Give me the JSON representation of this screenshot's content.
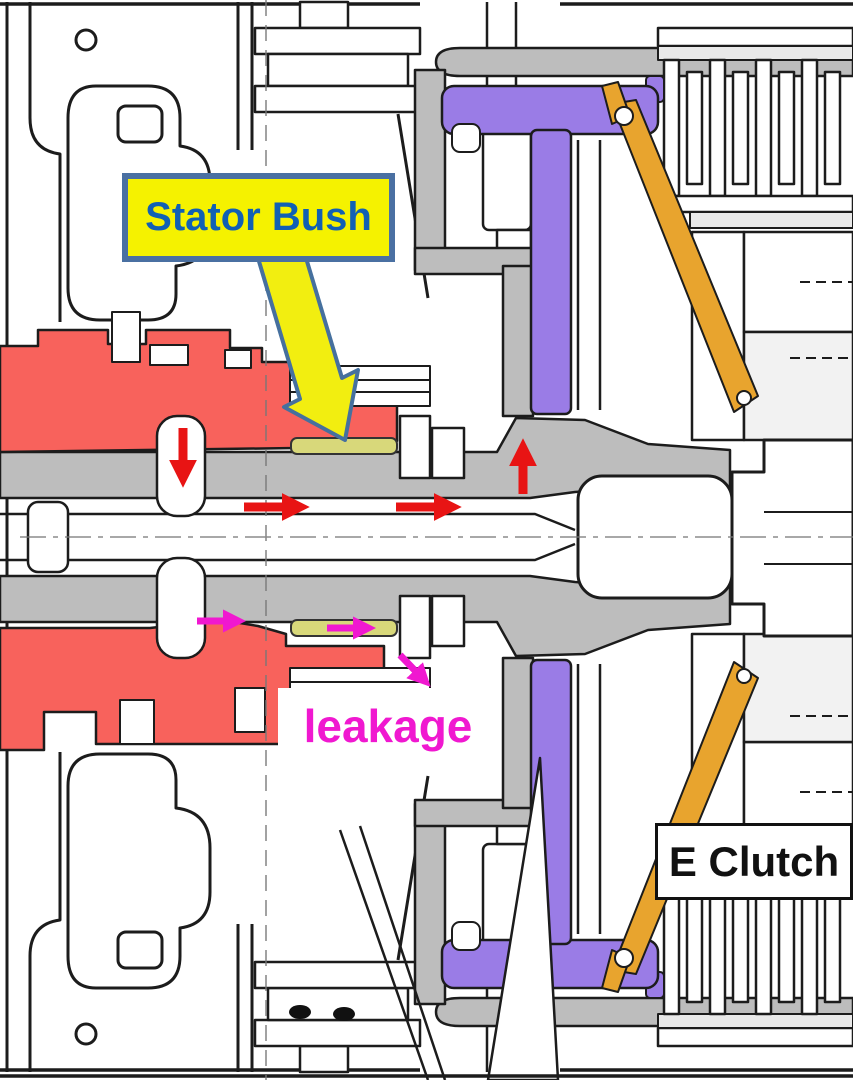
{
  "diagram": {
    "type": "transmission-cross-section",
    "labels": {
      "stator_bush": "Stator Bush",
      "leakage": "leakage",
      "e_clutch": "E Clutch"
    },
    "colors": {
      "highlight_red": "#F8625C",
      "piston_purple": "#9A7CE6",
      "spring_orange": "#E8A42E",
      "bush_yellow": "#D8D87A",
      "callout_yellow": "#F5F200",
      "callout_border_blue": "#4A70A2",
      "callout_text_blue": "#1160B4",
      "flow_arrow_red": "#E81414",
      "leak_arrow_magenta": "#F018D0",
      "shaft_gray": "#BDBDBD",
      "line_black": "#1C1C1C"
    },
    "flow_arrows_red": [
      {
        "direction": "down"
      },
      {
        "direction": "right"
      },
      {
        "direction": "right"
      },
      {
        "direction": "up"
      }
    ],
    "leak_arrows_magenta": [
      {
        "direction": "right"
      },
      {
        "direction": "right"
      },
      {
        "direction": "down-right"
      }
    ]
  }
}
